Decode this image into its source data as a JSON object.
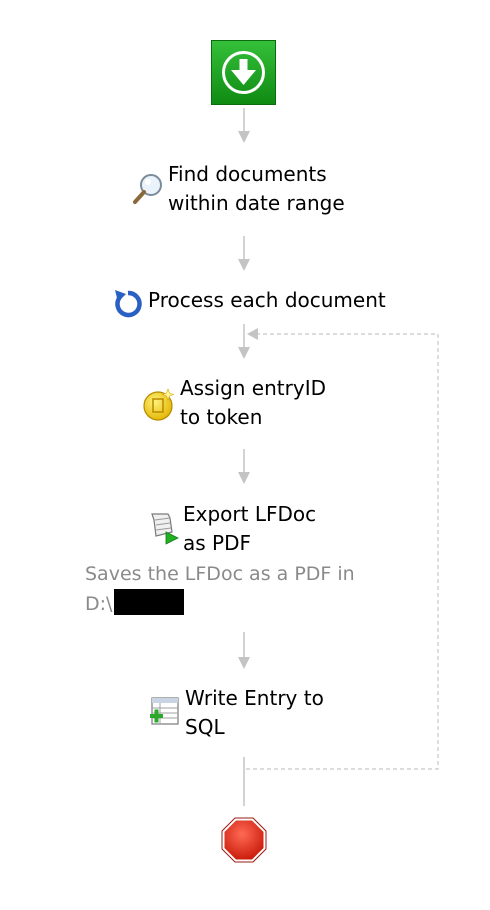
{
  "workflow": {
    "start": {
      "icon": "start-arrow-down-icon",
      "color": "#1e9e1e"
    },
    "steps": [
      {
        "icon": "magnifier-icon",
        "label_line1": "Find documents",
        "label_line2": "within date range"
      },
      {
        "icon": "loop-arrow-icon",
        "label_line1": "Process each document"
      },
      {
        "icon": "token-coin-icon",
        "label_line1": "Assign entryID",
        "label_line2": "to token"
      },
      {
        "icon": "export-pdf-icon",
        "label_line1": "Export LFDoc",
        "label_line2": "as PDF",
        "description_line1": "Saves the LFDoc as a PDF in",
        "description_line2": "D:\\"
      },
      {
        "icon": "sql-table-add-icon",
        "label_line1": "Write Entry to",
        "label_line2": "SQL"
      }
    ],
    "end": {
      "icon": "stop-octagon-icon",
      "color": "#e02a1a"
    }
  }
}
